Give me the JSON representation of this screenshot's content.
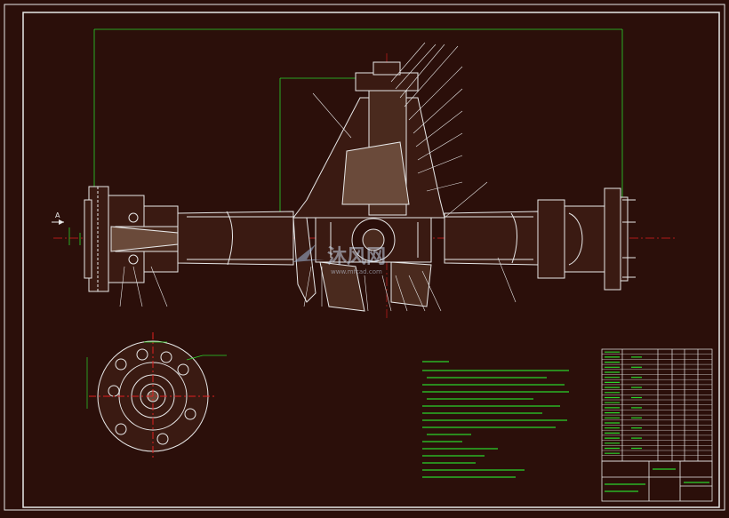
{
  "drawing": {
    "colors": {
      "background": "#2b0f0a",
      "lines": "#e8e8e8",
      "dimension": "#2bd42b",
      "centerline": "#e02020",
      "text": "#2bd42b"
    },
    "section_marker": "A",
    "watermark": {
      "brand": "沐风网",
      "url": "www.mfcad.com"
    }
  }
}
